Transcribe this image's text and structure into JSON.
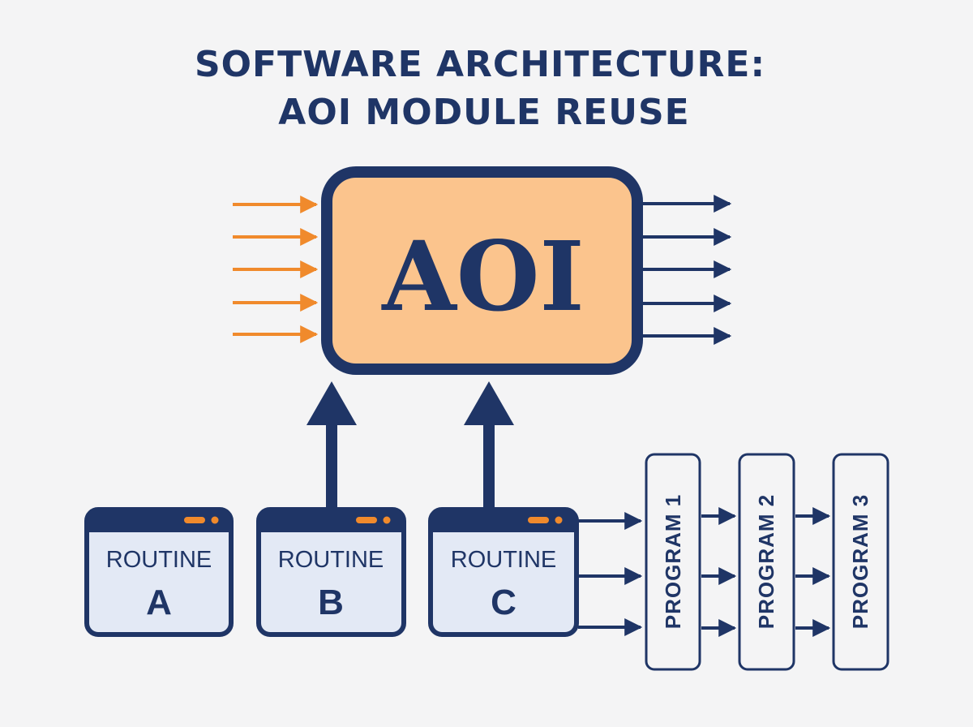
{
  "title": {
    "line1": "SOFTWARE ARCHITECTURE:",
    "line2": "AOI MODULE REUSE"
  },
  "aoi": {
    "label": "AOI",
    "input_arrow_count": 5,
    "output_arrow_count": 5
  },
  "routines": [
    {
      "label": "ROUTINE",
      "letter": "A"
    },
    {
      "label": "ROUTINE",
      "letter": "B"
    },
    {
      "label": "ROUTINE",
      "letter": "C"
    }
  ],
  "programs": [
    {
      "label": "PROGRAM 1"
    },
    {
      "label": "PROGRAM 2"
    },
    {
      "label": "PROGRAM 3"
    }
  ],
  "colors": {
    "navy": "#1f3566",
    "orange": "#f08a2c",
    "aoi_fill": "#fbc48d",
    "panel_fill": "#e3e9f5",
    "background": "#f4f4f5"
  }
}
